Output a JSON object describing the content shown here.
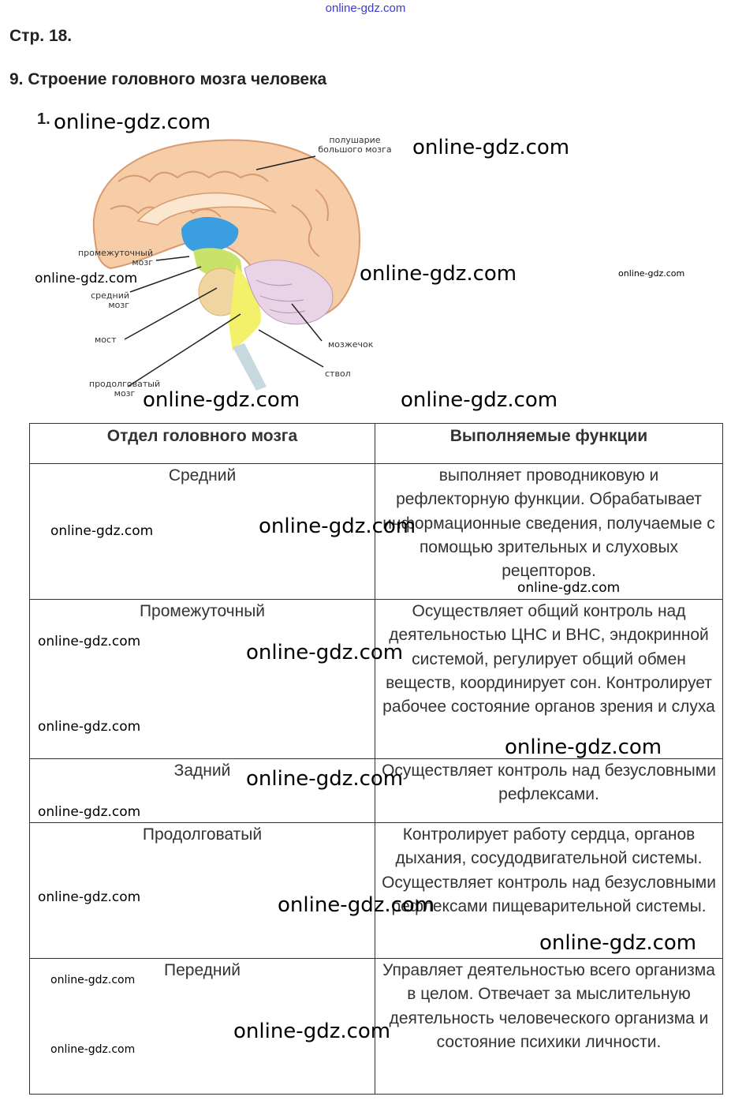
{
  "header": {
    "top_watermark": "online-gdz.com",
    "page_number": "Стр. 18.",
    "section_title": "9. Строение головного мозга человека",
    "figure_number": "1."
  },
  "diagram": {
    "labels": {
      "hemisphere": [
        "полушарие",
        "большого мозга"
      ],
      "diencephalon": [
        "промежуточный",
        "мозг"
      ],
      "midbrain": [
        "средний",
        "мозг"
      ],
      "pons": "мост",
      "medulla": [
        "продолговатый",
        "мозг"
      ],
      "cerebellum": "мозжечок",
      "stem": "ствол"
    },
    "colors": {
      "cortex": "#f6cda7",
      "cortex_outline": "#d89a6f",
      "diencephalon": "#3b9ee0",
      "midbrain": "#c9e36a",
      "pons": "#f0d5a0",
      "medulla": "#f3f06a",
      "cerebellum": "#e8d4e6",
      "stem": "#c7d9df"
    }
  },
  "watermark": "online-gdz.com",
  "table": {
    "headers": [
      "Отдел головного мозга",
      "Выполняемые функции"
    ],
    "rows": [
      {
        "part": "Средний",
        "function": "выполняет проводниковую и рефлекторную функции. Обрабатывает информационные сведения, получаемые с помощью зрительных и слуховых рецепторов."
      },
      {
        "part": "Промежуточный",
        "function": "Осуществляет общий контроль над деятельностью ЦНС и ВНС, эндокринной системой, регулирует общий обмен веществ, координирует сон. Контролирует рабочее состояние органов зрения и слуха"
      },
      {
        "part": "Задний",
        "function": "Осуществляет контроль над безусловными рефлексами."
      },
      {
        "part": "Продолговатый",
        "function": "Контролирует работу сердца, органов дыхания, сосудодвигательной системы. Осуществляет контроль над безусловными рефлексами пищеварительной системы."
      },
      {
        "part": "Передний",
        "function": "Управляет деятельностью всего организма в целом. Отвечает за мыслительную деятельность человеческого организма и состояние психики личности."
      }
    ]
  }
}
